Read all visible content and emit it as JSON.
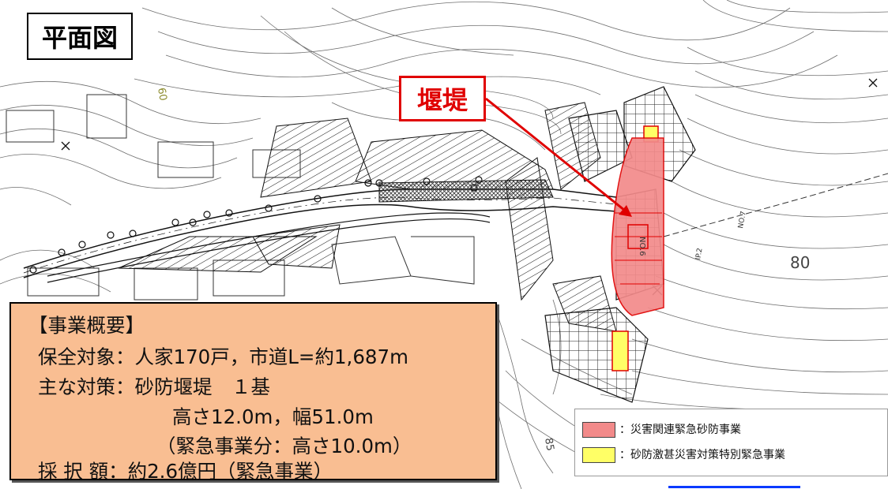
{
  "title": "平面図",
  "callout_label": "堰堤",
  "contour_labels": [
    "60",
    "80",
    "85"
  ],
  "survey_points": [
    "NO.6",
    "NO.7",
    "IP.2"
  ],
  "summary": {
    "heading": "【事業概要】",
    "lines": [
      "保全対象：人家170戸，市道L=約1,687m",
      "主な対策：砂防堰堤　１基",
      "高さ12.0m，幅51.0m",
      "（緊急事業分：高さ10.0m）",
      "採 択 額：約2.6億円（緊急事業）"
    ]
  },
  "legend": {
    "items": [
      {
        "label": "：災害関連緊急砂防事業",
        "color": "#f28a8a"
      },
      {
        "label": "：砂防激甚災害対策特別緊急事業",
        "color": "#ffff66"
      }
    ]
  },
  "colors": {
    "callout": "#e00000",
    "summary_bg": "#f9be92",
    "link_line": "#0a3aff"
  }
}
